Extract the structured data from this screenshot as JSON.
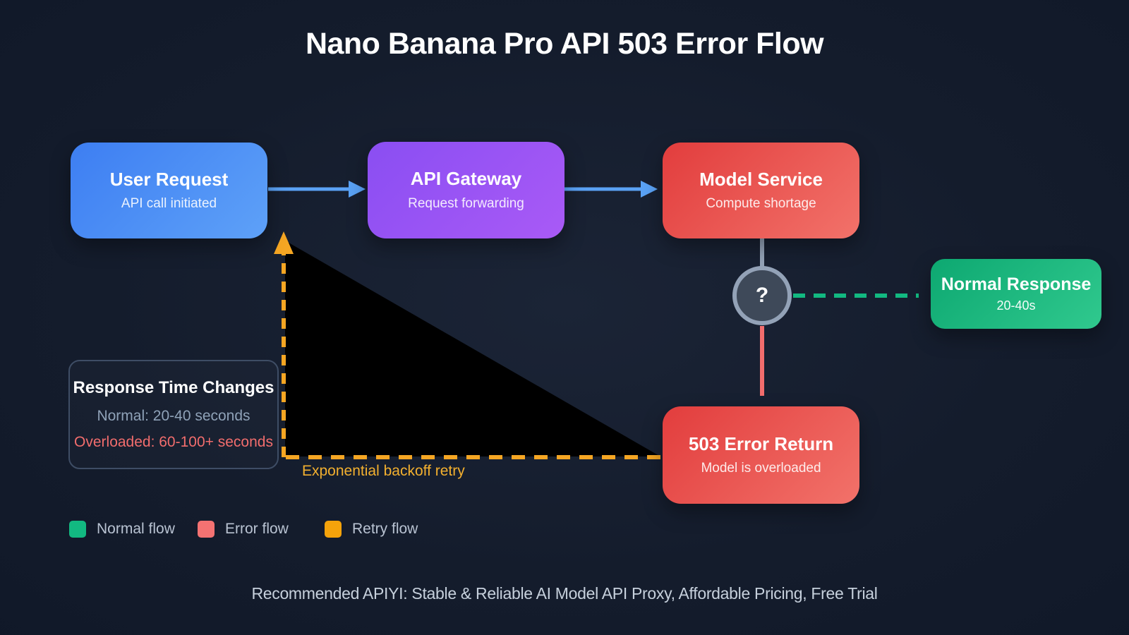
{
  "title": "Nano Banana Pro API 503 Error Flow",
  "nodes": {
    "user_request": {
      "title": "User Request",
      "subtitle": "API call initiated"
    },
    "api_gateway": {
      "title": "API Gateway",
      "subtitle": "Request forwarding"
    },
    "model_service": {
      "title": "Model Service",
      "subtitle": "Compute shortage"
    },
    "normal_response": {
      "title": "Normal Response",
      "subtitle": "20-40s"
    },
    "error_return": {
      "title": "503 Error Return",
      "subtitle": "Model is overloaded"
    },
    "decision": {
      "label": "?"
    }
  },
  "info_panel": {
    "title": "Response Time Changes",
    "normal_line": "Normal: 20-40 seconds",
    "overloaded_line": "Overloaded: 60-100+ seconds"
  },
  "annotations": {
    "retry_label": "Exponential backoff retry"
  },
  "legend": [
    {
      "label": "Normal flow",
      "color": "#12b981"
    },
    {
      "label": "Error flow",
      "color": "#f47272"
    },
    {
      "label": "Retry flow",
      "color": "#f5a30b"
    }
  ],
  "footer": "Recommended APIYI: Stable & Reliable AI Model API Proxy, Affordable Pricing, Free Trial",
  "colors": {
    "background": "#141c2c",
    "node_blue_start": "#3d7ef2",
    "node_blue_end": "#5ea1f8",
    "node_purple_start": "#8a4ef2",
    "node_purple_end": "#a95af6",
    "node_red_start": "#e23d3d",
    "node_red_end": "#f2726a",
    "node_green_start": "#0da871",
    "node_green_end": "#30c98e",
    "arrow_blue": "#5aa2f5",
    "connector_gray": "#93a2b7",
    "flow_green": "#12b981",
    "flow_red": "#f47272",
    "flow_orange": "#f5a623",
    "retry_text": "#f3b02f",
    "triangle_black": "#000000"
  }
}
